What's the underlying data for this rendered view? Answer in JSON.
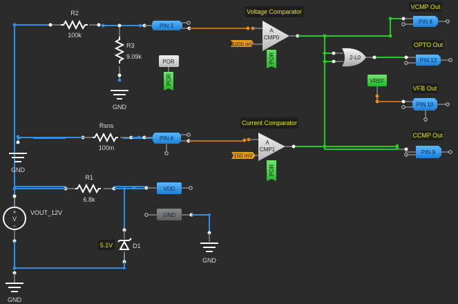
{
  "components": {
    "r2": {
      "name": "R2",
      "value": "100k"
    },
    "r3": {
      "name": "R3",
      "value": "9.09k"
    },
    "rsns": {
      "name": "Rsns",
      "value": "100m"
    },
    "r1": {
      "name": "R1",
      "value": "6.8k"
    },
    "d1": {
      "name": "D1",
      "voltage": "5.1V"
    },
    "vsrc": {
      "name": "VOUT_12V",
      "symbol": "V",
      "plus": "+",
      "minus": "−"
    }
  },
  "pins": {
    "pin3": "PIN 3",
    "pin6": "PIN 6",
    "pin8": "PIN 8",
    "pin12": "PIN 12",
    "pin10": "PIN 10",
    "pin9": "PIN 9",
    "vdd": "VDD",
    "gnd_block": "GND"
  },
  "comparators": {
    "cmp0": {
      "title": "Voltage Comparator",
      "top": "A",
      "name": "CMP0",
      "ref": "1000 mV",
      "por": "POR"
    },
    "cmp1": {
      "title": "Current Comparator",
      "top": "A",
      "name": "CMP1",
      "ref": "150 mV",
      "por": "POR"
    }
  },
  "por_block": {
    "label": "POR",
    "tag": "POR"
  },
  "or_gate": {
    "label": "2-L0"
  },
  "vref": {
    "label": "VREF"
  },
  "outputs": {
    "vcmp": "VCMP Out",
    "opto": "OPTO Out",
    "vfb": "VFB Out",
    "ccmp": "CCMP Out"
  },
  "grounds": {
    "label": "GND"
  },
  "colors": {
    "background": "#2b2b2b",
    "wire_blue": "#2f8ee6",
    "wire_green": "#22cc22",
    "wire_orange": "#c0701a",
    "pin_blue": "#2f9bef",
    "por_green": "#3cc83c",
    "label_yellow": "#e6e600"
  }
}
